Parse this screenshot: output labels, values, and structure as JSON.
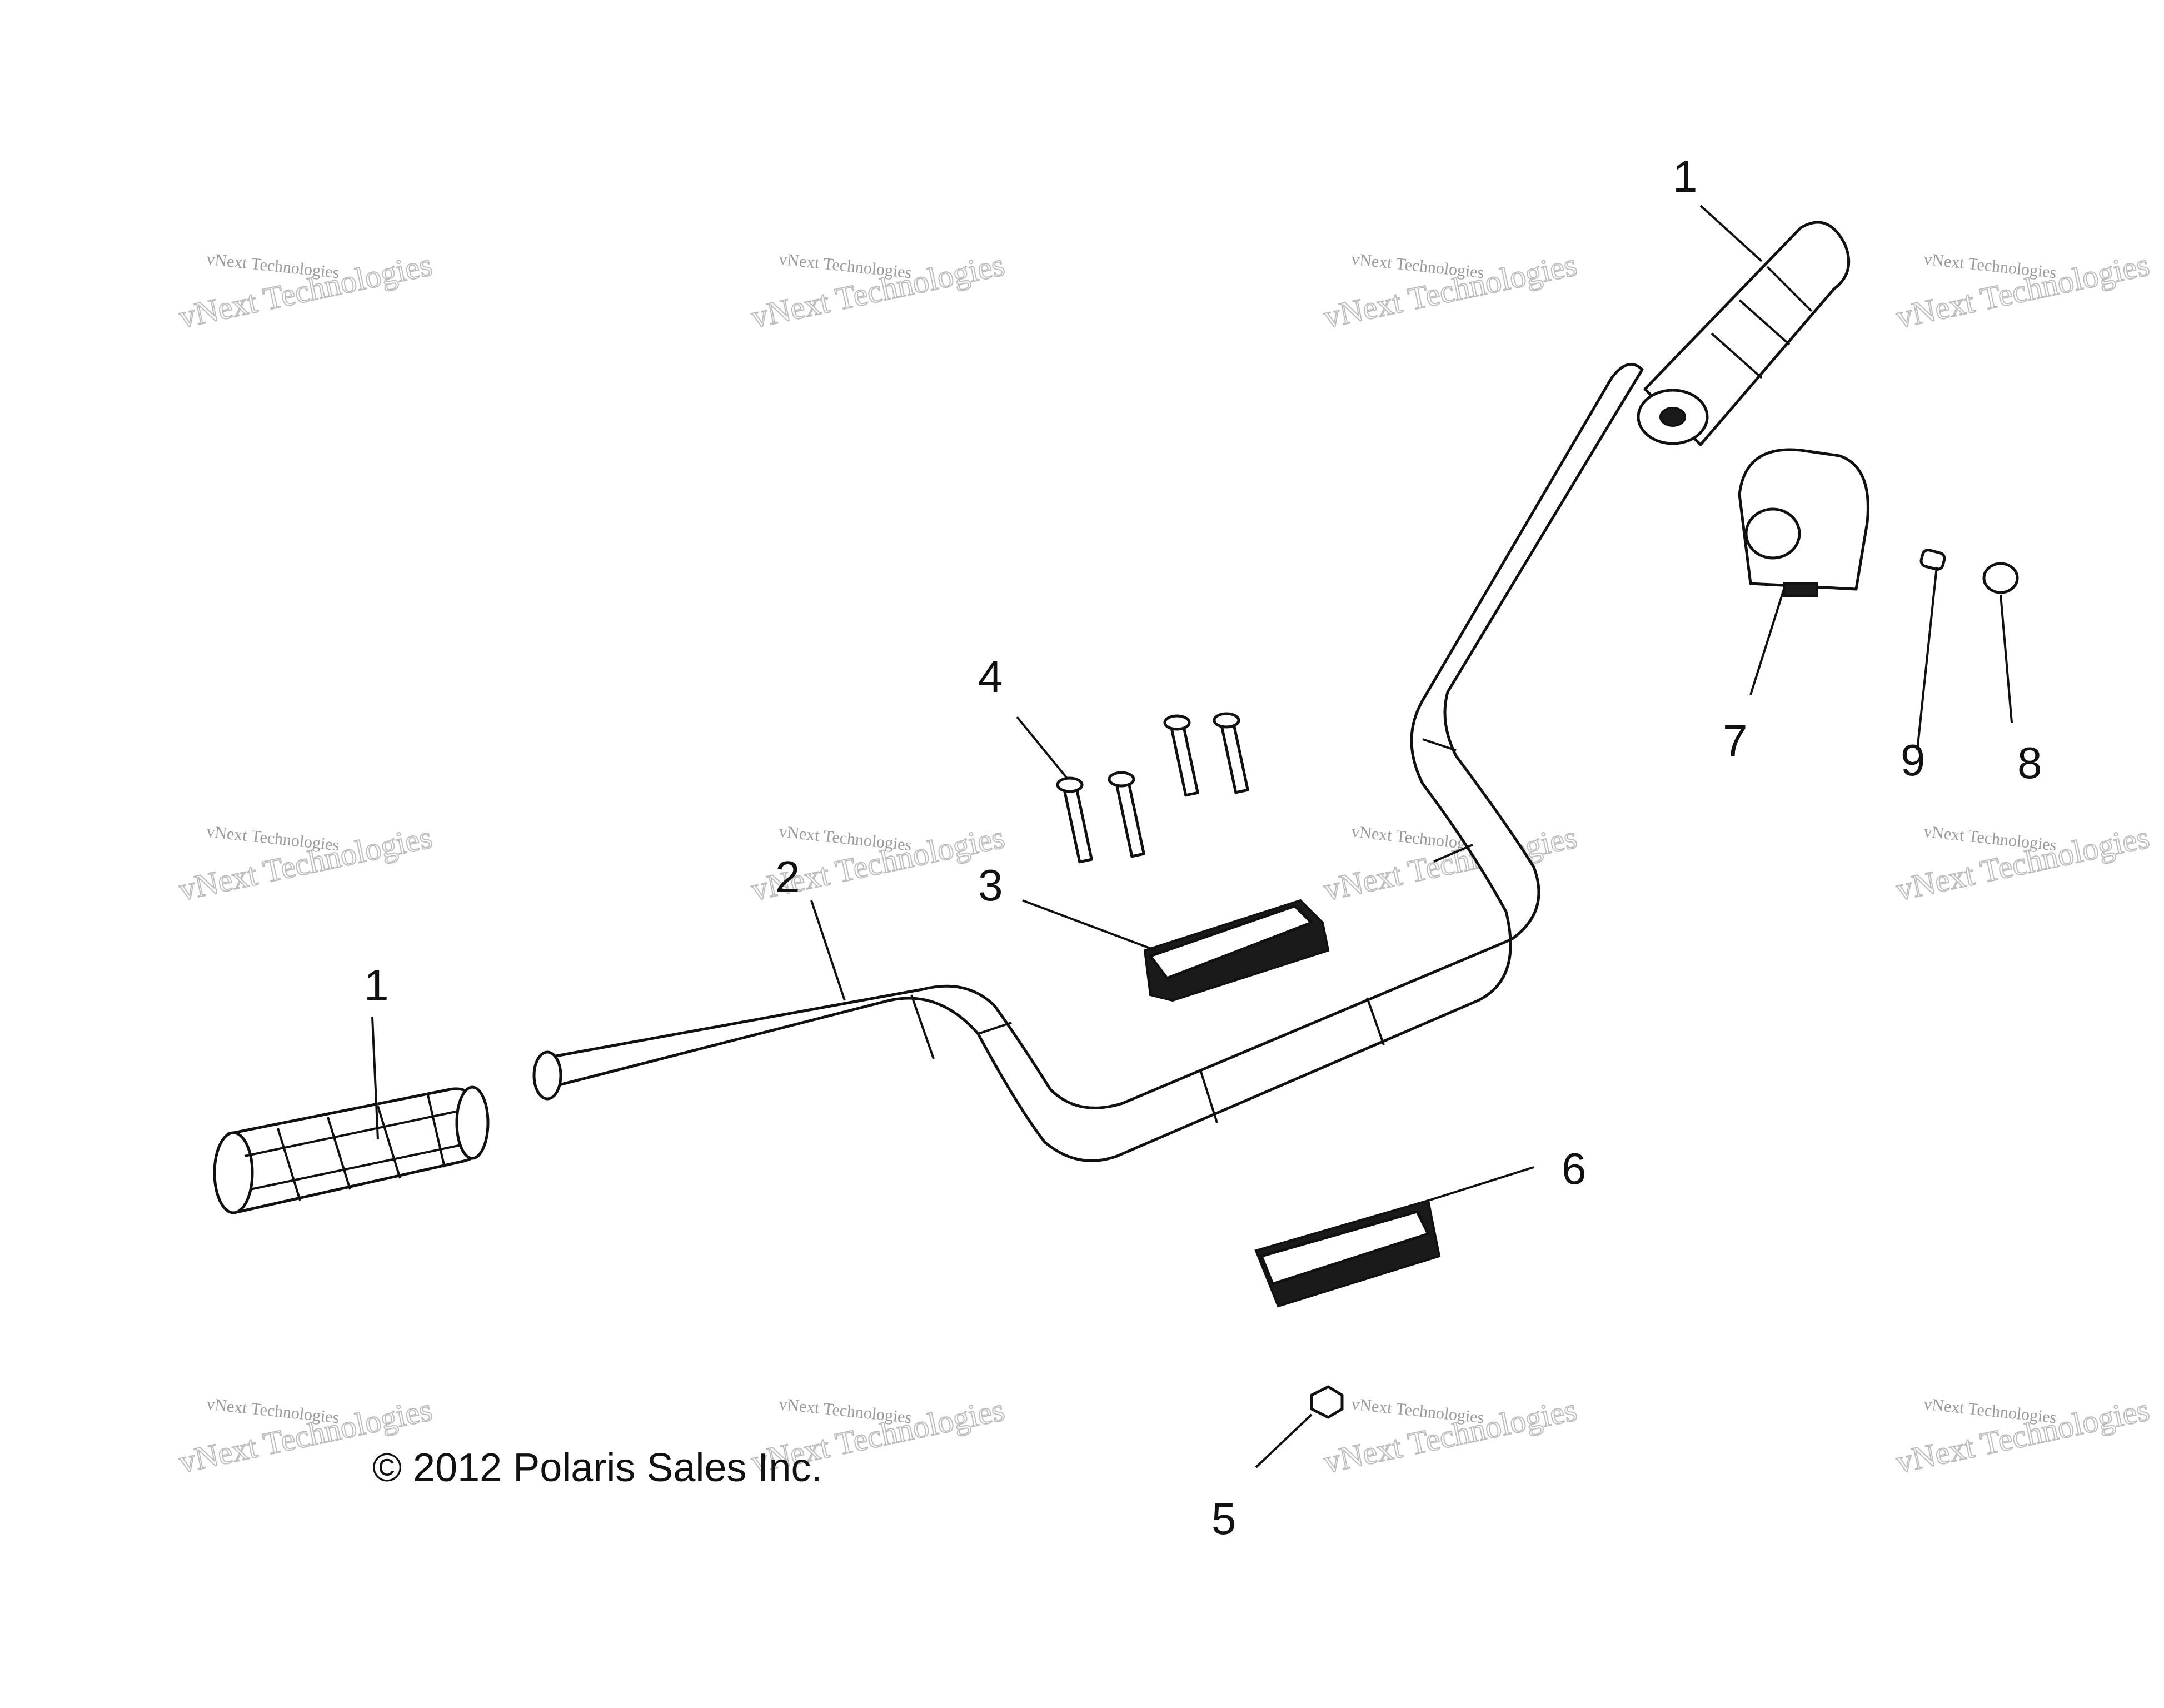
{
  "callouts": [
    {
      "id": "grip-right",
      "label": "1"
    },
    {
      "id": "grip-left",
      "label": "1"
    },
    {
      "id": "handlebar",
      "label": "2"
    },
    {
      "id": "upper-clamp",
      "label": "3"
    },
    {
      "id": "bolts",
      "label": "4"
    },
    {
      "id": "nut",
      "label": "5"
    },
    {
      "id": "lower-clamp",
      "label": "6"
    },
    {
      "id": "pad",
      "label": "7"
    },
    {
      "id": "plug",
      "label": "8"
    },
    {
      "id": "screw",
      "label": "9"
    }
  ],
  "copyright": "© 2012 Polaris Sales Inc.",
  "watermark": {
    "small_text": "vNext Technologies",
    "big_text": "vNext Technologies"
  }
}
